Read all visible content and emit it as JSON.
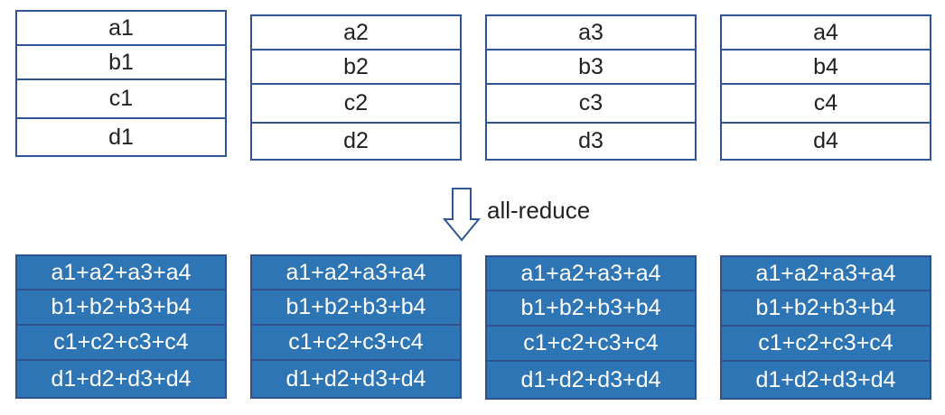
{
  "inputs": [
    [
      "a1",
      "b1",
      "c1",
      "d1"
    ],
    [
      "a2",
      "b2",
      "c2",
      "d2"
    ],
    [
      "a3",
      "b3",
      "c3",
      "d3"
    ],
    [
      "a4",
      "b4",
      "c4",
      "d4"
    ]
  ],
  "operation": "all-reduce",
  "results": [
    "a1+a2+a3+a4",
    "b1+b2+b3+b4",
    "c1+c2+c3+c4",
    "d1+d2+d3+d4"
  ],
  "colors": {
    "input_border": "#2f5597",
    "result_fill": "#2e75b6",
    "result_text": "#ffffff"
  },
  "icons": {
    "arrow": "down-arrow-icon"
  }
}
